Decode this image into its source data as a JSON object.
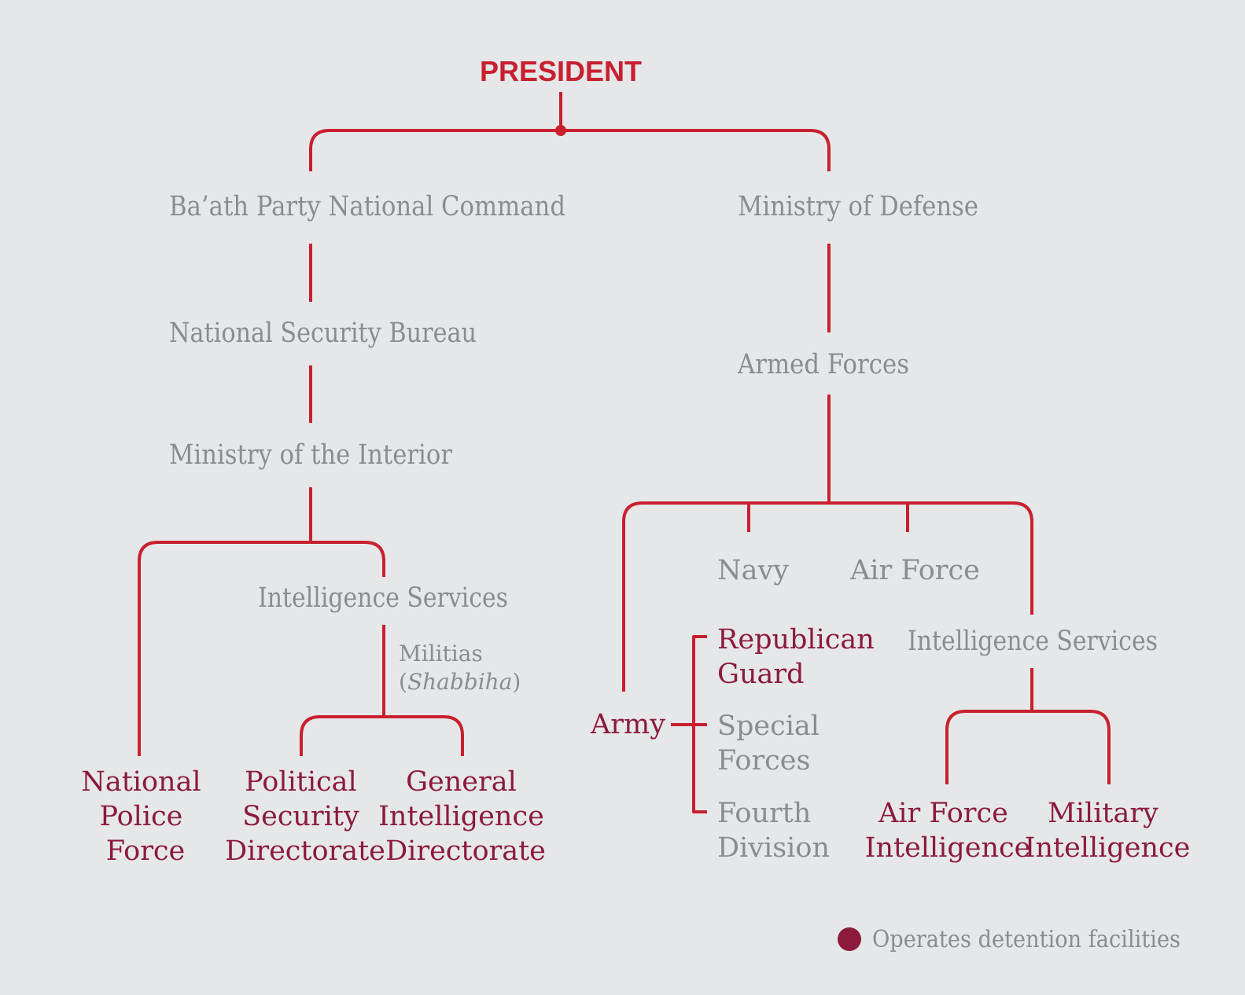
{
  "colors": {
    "background": "#e6e7e8",
    "line": "#c8202f",
    "label_gray": "#8a8c8e",
    "label_detention": "#8b1a3c",
    "legend_dot": "#8b1a3c"
  },
  "nodes": {
    "president": "PRESIDENT",
    "baath": "Ba’ath Party National Command",
    "defense": "Ministry of Defense",
    "nsb": "National Security Bureau",
    "armed": "Armed Forces",
    "interior": "Ministry of the Interior",
    "intel_left": "Intelligence Services",
    "militias_1": "Militias",
    "militias_2_open": "(",
    "militias_2_italic": "Shabbiha",
    "militias_2_close": ")",
    "police_1": "National",
    "police_2": "Police",
    "police_3": "Force",
    "political_1": "Political",
    "political_2": "Security",
    "political_3": "Directorate",
    "general_1": "General",
    "general_2": "Intelligence",
    "general_3": "Directorate",
    "navy": "Navy",
    "airforce": "Air Force",
    "army": "Army",
    "republican_1": "Republican",
    "republican_2": "Guard",
    "special_1": "Special",
    "special_2": "Forces",
    "fourth_1": "Fourth",
    "fourth_2": "Division",
    "intel_right": "Intelligence Services",
    "afi_1": "Air Force",
    "afi_2": "Intelligence",
    "mil_1": "Military",
    "mil_2": "Intelligence"
  },
  "legend": {
    "label": "Operates detention facilities"
  }
}
